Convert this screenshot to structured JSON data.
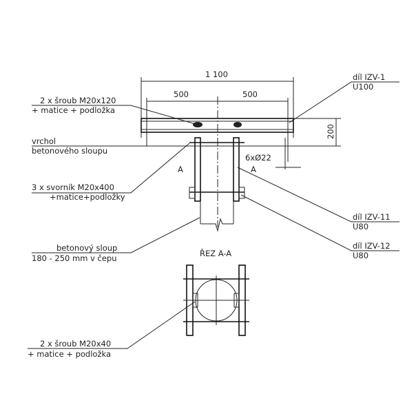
{
  "dimensions": {
    "total": "1 100",
    "left": "500",
    "right": "500",
    "height": "200",
    "holes": "6xØ22"
  },
  "section_marks": {
    "left": "A",
    "right": "A"
  },
  "section_title": "ŘEZ A-A",
  "labels": {
    "bolt_top": [
      "2 x šroub M20x120",
      "+ matice + podložka"
    ],
    "top_of_pole": [
      "vrchol",
      "betonového sloupu"
    ],
    "clamp_bolts": [
      "3 x svorník M20x400",
      "+matice+podložky"
    ],
    "pole": [
      "betonový sloup",
      "180 - 250 mm v čepu"
    ],
    "bolt_section": [
      "2 x šroub M20x40",
      "+ matice + podložka"
    ],
    "part1": [
      "díl IZV-1",
      "U100"
    ],
    "part11": [
      "díl IZV-11",
      "U80"
    ],
    "part12": [
      "díl IZV-12",
      "U80"
    ]
  }
}
